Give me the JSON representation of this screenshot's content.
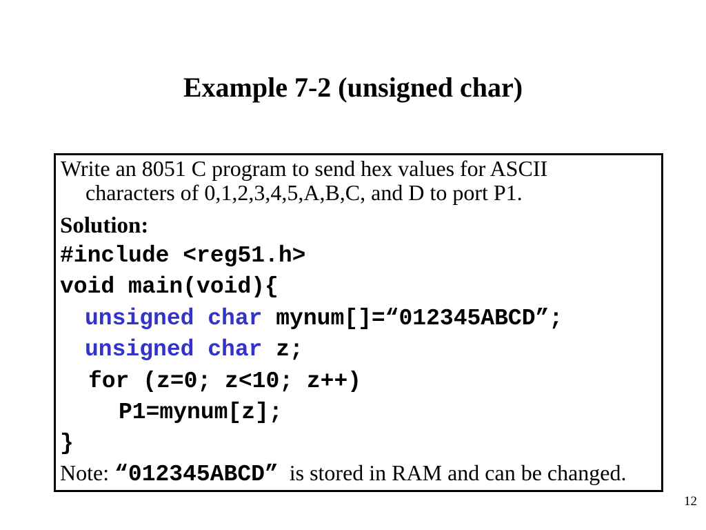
{
  "slide": {
    "title": "Example 7-2 (unsigned char)",
    "page_number": "12"
  },
  "box": {
    "question_line1": "Write an 8051 C program to send hex values for ASCII",
    "question_line2": "characters of 0,1,2,3,4,5,A,B,C, and D to port P1.",
    "solution_label": "Solution:",
    "code": {
      "include_line": "#include <reg51.h>",
      "main_line": "void main(void){",
      "decl_mynum_keyword": "unsigned char",
      "decl_mynum_rest": " mynum[]=“012345ABCD”;",
      "decl_z_keyword": "unsigned char",
      "decl_z_rest": " z;",
      "for_line": "for (z=0; z<10; z++)",
      "loop_body_line": "P1=mynum[z];",
      "closing_brace": "}"
    },
    "note": {
      "prefix": "Note: ",
      "code_literal": "“012345ABCD”",
      "suffix": "  is stored in RAM and can be changed."
    }
  },
  "colors": {
    "keyword_blue": "#3333cc",
    "text_black": "#000000",
    "background_white": "#ffffff"
  }
}
